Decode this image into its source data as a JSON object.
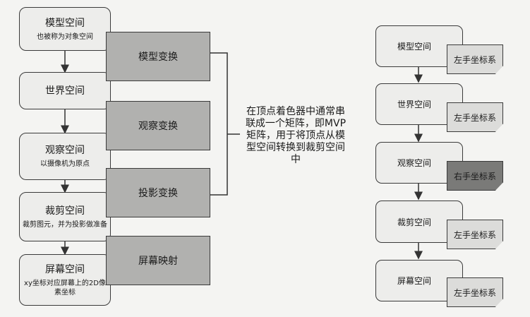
{
  "left_stages": [
    {
      "title": "模型空间",
      "subtitle": "也被称为对象空间"
    },
    {
      "title": "世界空间",
      "subtitle": ""
    },
    {
      "title": "观察空间",
      "subtitle": "以摄像机为原点"
    },
    {
      "title": "裁剪空间",
      "subtitle": "裁剪图元，并为投影做准备"
    },
    {
      "title": "屏幕空间",
      "subtitle": "xy坐标对应屏幕上的2D像素坐标"
    }
  ],
  "transforms": [
    "模型变换",
    "观察变换",
    "投影变换",
    "屏幕映射"
  ],
  "note": "在顶点着色器中通常串联成一个矩阵，即MVP矩阵，用于将顶点从模型空间转换到裁剪空间中",
  "right_stages": [
    {
      "title": "模型空间",
      "tag": "左手坐标系"
    },
    {
      "title": "世界空间",
      "tag": "左手坐标系"
    },
    {
      "title": "观察空间",
      "tag": "右手坐标系"
    },
    {
      "title": "裁剪空间",
      "tag": "左手坐标系"
    },
    {
      "title": "屏幕空间",
      "tag": "左手坐标系"
    }
  ],
  "colors": {
    "transform_fill": "#b1b1af",
    "tag_fill": "#dcdcda",
    "tag_highlight_fill": "#7a7a78",
    "box_fill": "#ededeb"
  }
}
